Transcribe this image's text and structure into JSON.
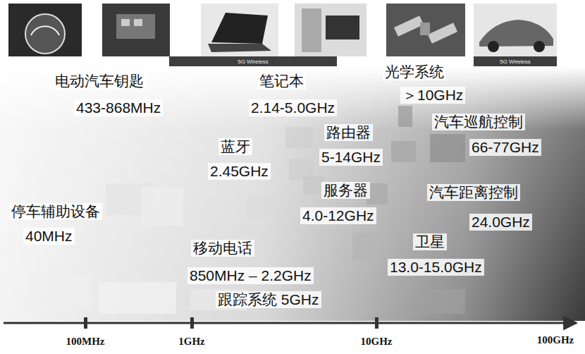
{
  "diagram": {
    "nodes": [
      {
        "text": [
          "5G Wireless"
        ]
      },
      {
        "text": [
          "5G Wireless"
        ]
      }
    ],
    "labels": [
      "电动汽车钥匙",
      "433-868MHz",
      "笔记本",
      "2.14-5.0GHz",
      "光学系统",
      "＞10GHz",
      "汽车巡航控制",
      "66-77GHz",
      "路由器",
      "5-14GHz",
      "蓝牙",
      "2.45GHz",
      "服务器",
      "4.0-12GHz",
      "汽车距离控制",
      "24.0GHz",
      "停车辅助设备",
      "40MHz",
      "卫星",
      "13.0-15.0GHz",
      "移动电话",
      "850MHz – 2.2GHz",
      "跟踪系统 5GHz",
      "100MHz",
      "1GHz",
      "10GHz",
      "100GHz"
    ]
  }
}
